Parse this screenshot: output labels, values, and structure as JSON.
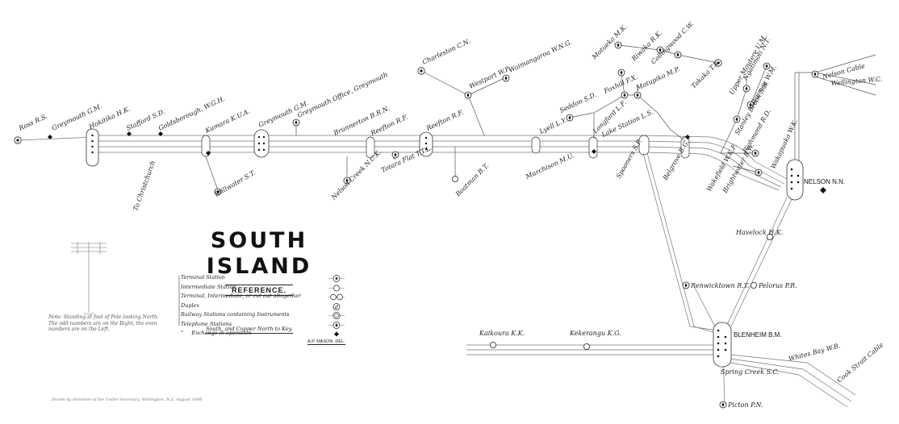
{
  "title": "SOUTH ISLAND",
  "subtitle": "REFERENCE.",
  "legend": {
    "items": [
      {
        "label": "Terminal Station",
        "symbol": "terminal"
      },
      {
        "label": "Intermediate Station",
        "symbol": "intermediate"
      },
      {
        "label": "Terminal, Intermediate, or cut out altogether",
        "symbol": "cutout"
      },
      {
        "label": "Duplex",
        "symbol": "duplex"
      },
      {
        "label": "Railway Stations containing Instruments",
        "symbol": "railway"
      },
      {
        "label": "Telephone Stations",
        "symbol": "telephone"
      },
      {
        "label": "Exchange in operation",
        "symbol": "exchange"
      }
    ],
    "mark_prefix": "\"",
    "note": "South, and Copper North to Key.",
    "designer": "A.P. MASON. DEL."
  },
  "pole_note": "Note: Standing at foot of Pole looking North. The odd numbers are on the Right, the even numbers are on the Left.",
  "footer_note": "Drawn by direction of the Under-Secretary, Wellington, N.Z. August 1898",
  "stations": {
    "ross": "Ross R.S.",
    "greymouth_left": "Greymouth G.M.",
    "hokitika": "Hokitika H.K.",
    "stafford": "Stafford S.D.",
    "goldsborough": "Goldsborough, W.G.H.",
    "kumara": "Kumara K.U.A.",
    "greymouth": "Greymouth G.M.",
    "greymouth_office": "Greymouth Office, Greymouth",
    "brunnerton": "Brunnerton B.R.N.",
    "reefton": "Reefton R.F.",
    "stillwater": "Stillwater S.T.",
    "nelson_creek": "Nelson Creek N.C.K.",
    "totara_flat": "Totara Flat T.T.L.",
    "boatman": "Boatman B.T.",
    "westport": "Westport W.P.",
    "charleston": "Charleston C.N.",
    "waimangaroa": "Waimangaroa W.N.G.",
    "lyell": "Lyell L.Y.",
    "murchison": "Murchison M.U.",
    "longford": "Longford L.F.",
    "lake_station": "Lake Station L.S.",
    "spooners": "Spooners S.P.",
    "foxhill": "Foxhill F.X.",
    "belgrove": "Belgrove B.G.",
    "richmond": "Richmond R.D.",
    "wakefield": "Wakefield W.K.F.",
    "brightwater": "Brightwater B.W.",
    "nelson": "NELSON N.N.",
    "blenheim": "BLENHEIM B.M.",
    "havelock": "Havelock H.K.",
    "pelorus": "Pelorus P.R.",
    "renwicktown": "Renwicktown R.T.",
    "kaikoura": "Kaikoura K.K.",
    "kekerangu": "Kekerangu K.G.",
    "whites_bay": "Whites Bay W.B.",
    "spring_creek": "Spring Creek S.C.",
    "picton": "Picton P.N.",
    "wellington_cable": "Wellington W.C.",
    "motueka": "Motueka M.K.",
    "riwaka": "Riwaka R.K.",
    "takaka": "Takaka T.K.",
    "collingwood": "Collingwood C.W.",
    "motupiko": "Motupiko M.P.",
    "upper_moutere": "Upper Moutere U.M.",
    "waimea": "Waimea W.M.",
    "ngatimoti": "Ngatimoti N.T.",
    "stanley_brook": "Stanley Brook S.B.",
    "wakapuaka": "Wakapuaka W.K.",
    "nelson_cable": "Nelson Cable",
    "cook_strait_cable": "Cook Strait Cable",
    "to_christchurch": "To Christchurch",
    "seddon": "Seddon S.D."
  }
}
